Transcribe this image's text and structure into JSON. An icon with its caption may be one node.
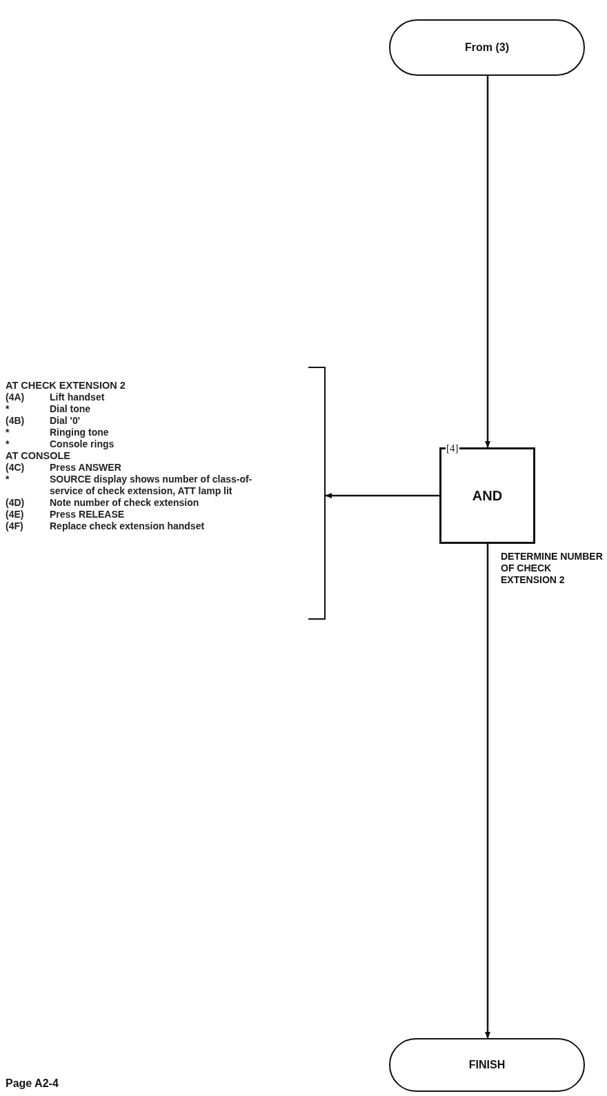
{
  "diagram": {
    "nodes": [
      {
        "text": [
          "From (3)"
        ]
      },
      {
        "text": [
          "[4]",
          "AND"
        ],
        "beside": [
          "DETERMINE NUMBER OF CHECK EXTENSION 2"
        ]
      },
      {
        "text": [
          "AT CHECK EXTENSION 2",
          "(4A)",
          "Lift handset",
          "*",
          "Dial tone",
          "(4B)",
          "Dial '0'",
          "*",
          "Ringing tone",
          "*",
          "Console rings",
          "AT CONSOLE",
          "(4C)",
          "Press ANSWER",
          "*",
          "SOURCE display shows number of class-of-service of check extension, ATT lamp lit",
          "(4D)",
          "Note number of check extension",
          "(4E)",
          "Press RELEASE",
          "(4F)",
          "Replace check extension handset"
        ]
      },
      {
        "text": [
          "FINISH"
        ]
      }
    ],
    "edges": [
      {
        "from": 0,
        "to": 1,
        "arrow": "to"
      },
      {
        "from": 1,
        "to": 2,
        "arrow": "to"
      },
      {
        "from": 1,
        "to": 3,
        "arrow": "to"
      }
    ],
    "labels": [
      "Page A2-4"
    ]
  }
}
